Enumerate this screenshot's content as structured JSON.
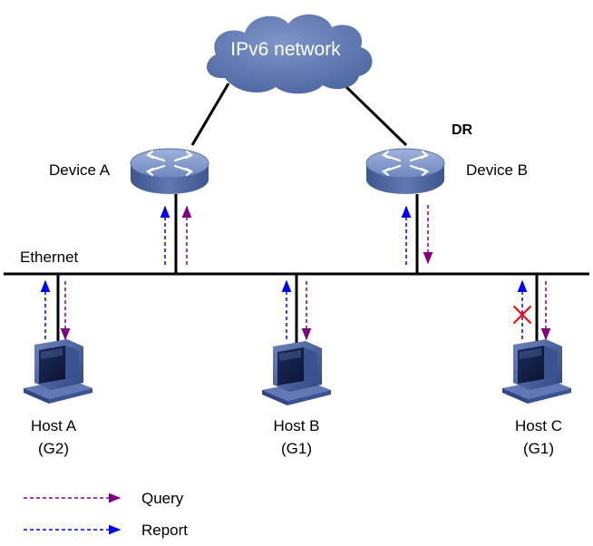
{
  "cloud": {
    "label": "IPv6 network"
  },
  "devices": [
    {
      "id": "a",
      "label": "Device A",
      "tag": ""
    },
    {
      "id": "b",
      "label": "Device B",
      "tag": "DR"
    }
  ],
  "segment": {
    "label": "Ethernet"
  },
  "hosts": [
    {
      "id": "a",
      "label": "Host A",
      "group": "(G2)",
      "report_blocked": false
    },
    {
      "id": "b",
      "label": "Host B",
      "group": "(G1)",
      "report_blocked": false
    },
    {
      "id": "c",
      "label": "Host C",
      "group": "(G1)",
      "report_blocked": true
    }
  ],
  "legend": [
    {
      "type": "query",
      "label": "Query"
    },
    {
      "type": "report",
      "label": "Report"
    }
  ],
  "colors": {
    "query": "#800080",
    "report": "#0000ff",
    "blocked": "#ff0000",
    "router_top": "#7e94c4",
    "router_side": "#4f679e",
    "cloud": "#5a74ad",
    "line": "#000000"
  }
}
